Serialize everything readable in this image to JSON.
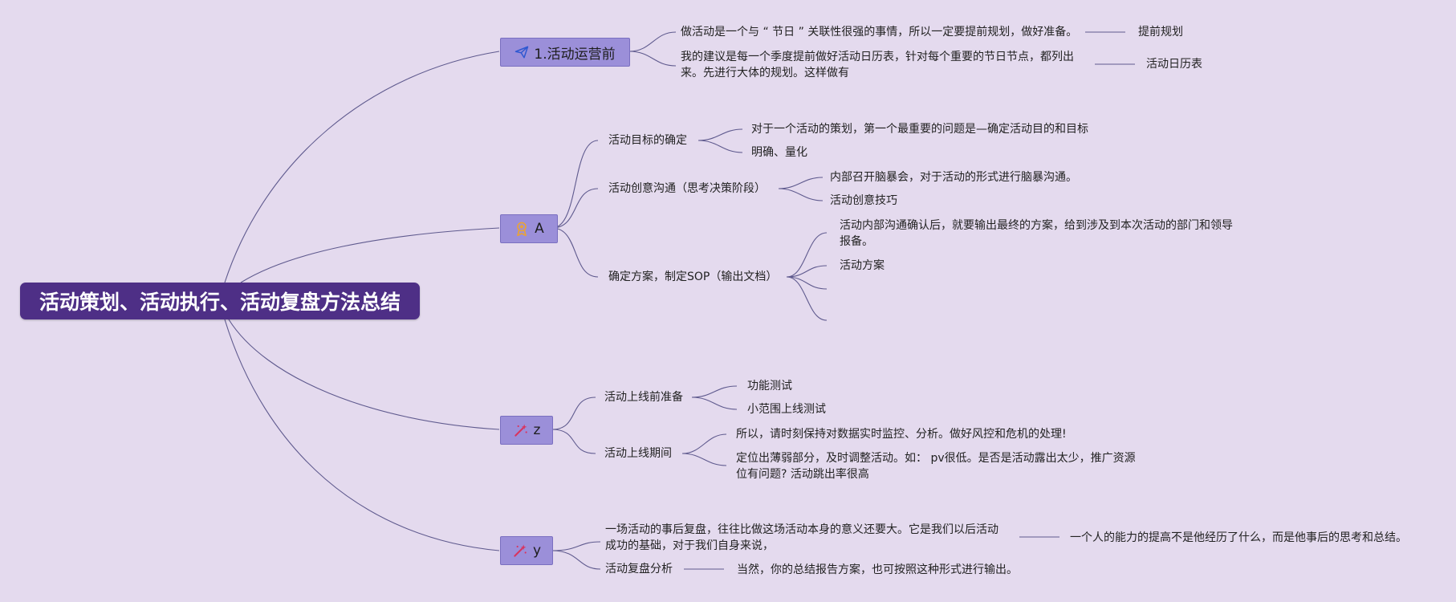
{
  "root": "活动策划、活动执行、活动复盘方法总结",
  "branches": {
    "b1": {
      "label": "1.活动运营前",
      "icon": "paper-plane-icon",
      "leaves": {
        "t1": "做活动是一个与 “ 节日 ” 关联性很强的事情，所以一定要提前规划，做好准备。",
        "t1_tag": "提前规划",
        "t2": "我的建议是每一个季度提前做好活动日历表，针对每个重要的节日节点，都列出来。先进行大体的规划。这样做有",
        "t2_tag": "活动日历表"
      }
    },
    "b2": {
      "label": "A",
      "icon": "award-ribbon-icon",
      "subs": {
        "s1": {
          "label": "活动目标的确定",
          "c1": "对于一个活动的策划，第一个最重要的问题是—确定活动目的和目标",
          "c2": "明确、量化"
        },
        "s2": {
          "label": "活动创意沟通（思考决策阶段）",
          "c1": "内部召开脑暴会，对于活动的形式进行脑暴沟通。",
          "c2": "活动创意技巧"
        },
        "s3": {
          "label": "确定方案，制定SOP（输出文档）",
          "c1": "活动内部沟通确认后，就要输出最终的方案，给到涉及到本次活动的部门和领导报备。",
          "c2": "活动方案"
        }
      }
    },
    "b3": {
      "label": "z",
      "icon": "magic-wand-icon",
      "subs": {
        "s1": {
          "label": "活动上线前准备",
          "c1": "功能测试",
          "c2": "小范围上线测试"
        },
        "s2": {
          "label": "活动上线期间",
          "c1": "所以，请时刻保持对数据实时监控、分析。做好风控和危机的处理!",
          "c2": "定位出薄弱部分，及时调整活动。如：  pv很低。是否是活动露出太少，推广资源位有问题?  活动跳出率很高"
        }
      }
    },
    "b4": {
      "label": "y",
      "icon": "magic-wand-icon",
      "subs": {
        "s1": {
          "label": "一场活动的事后复盘，往往比做这场活动本身的意义还要大。它是我们以后活动成功的基础，对于我们自身来说，",
          "tag": "一个人的能力的提高不是他经历了什么，而是他事后的思考和总结。"
        },
        "s2": {
          "label": "活动复盘分析",
          "tag": "当然，你的总结报告方案，也可按照这种形式进行输出。"
        }
      }
    }
  },
  "colors": {
    "background": "#e4daee",
    "root_fill": "#4e2f86",
    "main_fill": "#9b8fd9",
    "line": "#5f5a8e",
    "plane_icon": "#2f58d1",
    "award_icon": "#e8a33a",
    "wand_icon": "#d8345f"
  }
}
